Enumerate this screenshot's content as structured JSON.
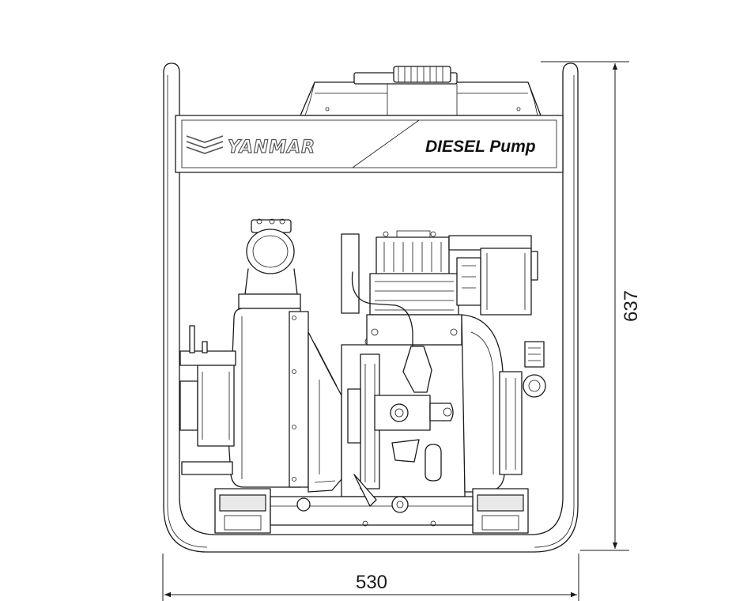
{
  "panel": {
    "brand": "YANMAR",
    "product": "DIESEL Pump"
  },
  "dimensions": {
    "width": "530",
    "height": "637"
  }
}
